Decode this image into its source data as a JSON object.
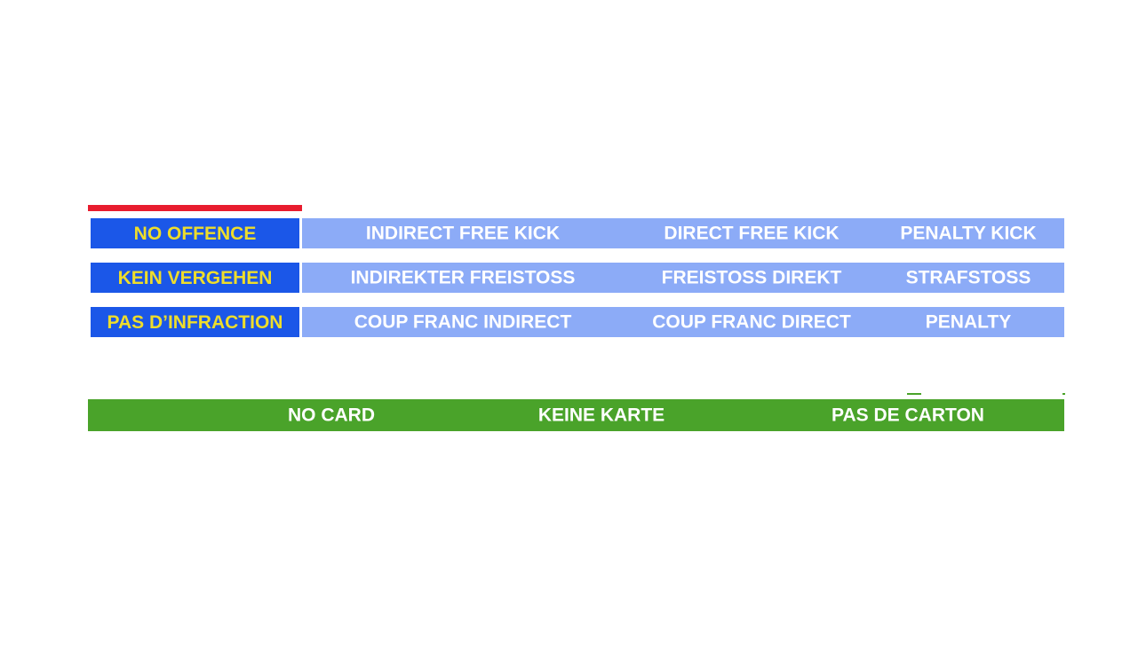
{
  "palette": {
    "red": "#e81c2e",
    "dark_blue": "#1b57e8",
    "light_blue": "#8cabf7",
    "yellow": "#eedd2b",
    "green": "#4aa32a",
    "white_text": "#ffffff"
  },
  "decision_table": {
    "rows": [
      {
        "offence": "NO OFFENCE",
        "indirect": "INDIRECT FREE KICK",
        "direct": "DIRECT FREE KICK",
        "penalty": "PENALTY KICK"
      },
      {
        "offence": "KEIN VERGEHEN",
        "indirect": "INDIREKTER FREISTOSS",
        "direct": "FREISTOSS DIREKT",
        "penalty": "STRAFSTOSS"
      },
      {
        "offence": "PAS D’INFRACTION",
        "indirect": "COUP FRANC INDIRECT",
        "direct": "COUP FRANC DIRECT",
        "penalty": "PENALTY"
      }
    ]
  },
  "card_bar": {
    "labels": [
      "NO CARD",
      "KEINE KARTE",
      "PAS DE CARTON"
    ]
  }
}
